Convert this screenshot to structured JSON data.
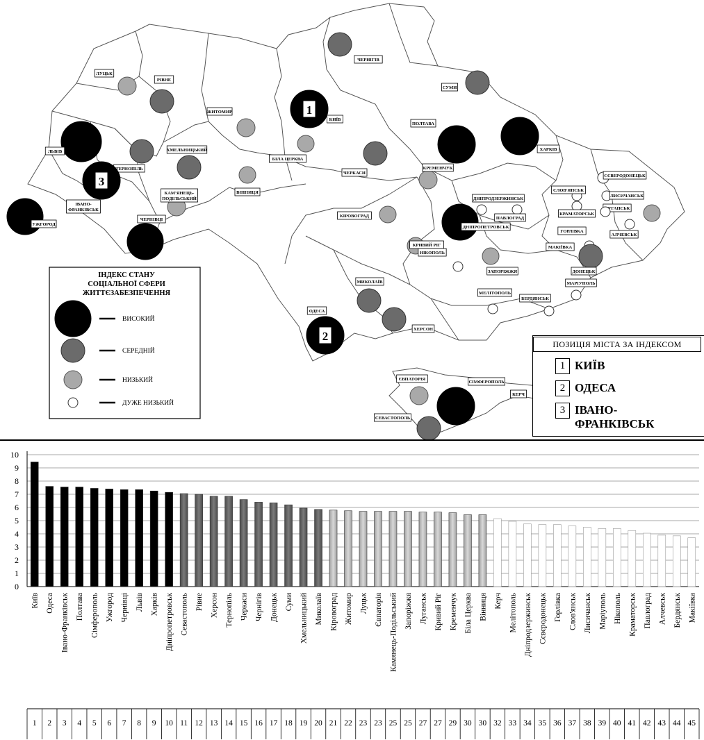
{
  "colors": {
    "high": "#000000",
    "medium": "#6b6b6b",
    "low": "#a9a9a9",
    "very_low": "#ffffff"
  },
  "legend": {
    "title_lines": [
      "ІНДЕКС СТАНУ",
      "СОЦІАЛЬНОЇ СФЕРИ",
      "ЖИТТЄЗАБЕЗПЕЧЕННЯ"
    ],
    "items": [
      {
        "label": "ВИСОКИЙ",
        "level": "high"
      },
      {
        "label": "СЕРЕДНІЙ",
        "level": "medium"
      },
      {
        "label": "НИЗЬКИЙ",
        "level": "low"
      },
      {
        "label": "ДУЖЕ НИЗЬКИЙ",
        "level": "very_low"
      }
    ]
  },
  "ranking_panel": {
    "title": "ПОЗИЦІЯ МІСТА ЗА ІНДЕКСОМ",
    "rows": [
      {
        "num": "1",
        "name": "КИЇВ"
      },
      {
        "num": "2",
        "name": "ОДЕСА"
      },
      {
        "num": "3",
        "name": "ІВАНО-",
        "name2": "ФРАНКІВСЬК"
      }
    ]
  },
  "map": {
    "cities": [
      {
        "label": "ЛУЦЬК",
        "level": "low"
      },
      {
        "label": "РІВНЕ",
        "level": "medium"
      },
      {
        "label": "ЧЕРНІГІВ",
        "level": "medium"
      },
      {
        "label": "СУМИ",
        "level": "medium"
      },
      {
        "label": "ЖИТОМИР",
        "level": "low"
      },
      {
        "label": "КИЇВ",
        "level": "high",
        "rank": "1"
      },
      {
        "label": "ЛЬВІВ",
        "level": "high"
      },
      {
        "label": "ТЕРНОПІЛЬ",
        "level": "medium"
      },
      {
        "label": "ХМЕЛЬНИЦЬКИЙ",
        "level": "medium"
      },
      {
        "label": "БІЛА ЦЕРКВА",
        "level": "low"
      },
      {
        "label": "ПОЛТАВА",
        "level": "high"
      },
      {
        "label": "ХАРКІВ",
        "level": "high"
      },
      {
        "label": "ЧЕРКАСИ",
        "level": "medium"
      },
      {
        "label": "КРЕМЕНЧУК",
        "level": "low"
      },
      {
        "label": "ІВАНО-ФРАНКІВСЬК",
        "level": "high",
        "rank": "3"
      },
      {
        "label": "КАМ'ЯНЕЦЬ-ПОДІЛЬСЬКИЙ",
        "level": "low"
      },
      {
        "label": "ВІННИЦЯ",
        "level": "low"
      },
      {
        "label": "УЖГОРОД",
        "level": "high"
      },
      {
        "label": "ЧЕРНІВЦІ",
        "level": "high"
      },
      {
        "label": "КІРОВОГРАД",
        "level": "low"
      },
      {
        "label": "ДНІПРОДЗЕРЖИНСЬК",
        "level": "very_low"
      },
      {
        "label": "ДНІПРОПЕТРОВСЬК",
        "level": "high"
      },
      {
        "label": "ПАВЛОГРАД",
        "level": "very_low"
      },
      {
        "label": "СЄВЕРОДОНЕЦЬК",
        "level": "very_low"
      },
      {
        "label": "СЛОВ'ЯНСЬК",
        "level": "very_low"
      },
      {
        "label": "ЛИСИЧАНСЬК",
        "level": "very_low"
      },
      {
        "label": "КРАМАТОРСЬК",
        "level": "very_low"
      },
      {
        "label": "ЛУГАНСЬК",
        "level": "low"
      },
      {
        "label": "ГОРЛІВКА",
        "level": "very_low"
      },
      {
        "label": "АЛЧЕВСЬК",
        "level": "very_low"
      },
      {
        "label": "КРИВИЙ РІГ",
        "level": "low"
      },
      {
        "label": "НІКОПОЛЬ",
        "level": "very_low"
      },
      {
        "label": "МАКІЇВКА",
        "level": "very_low"
      },
      {
        "label": "ДОНЕЦЬК",
        "level": "medium"
      },
      {
        "label": "ЗАПОРІЖЖЯ",
        "level": "low"
      },
      {
        "label": "МАРІУПОЛЬ",
        "level": "very_low"
      },
      {
        "label": "МИКОЛАЇВ",
        "level": "medium"
      },
      {
        "label": "МЕЛІТОПОЛЬ",
        "level": "very_low"
      },
      {
        "label": "БЕРДЯНСЬК",
        "level": "very_low"
      },
      {
        "label": "ОДЕСА",
        "level": "high",
        "rank": "2"
      },
      {
        "label": "ХЕРСОН",
        "level": "medium"
      },
      {
        "label": "ЄВПАТОРІЯ",
        "level": "low"
      },
      {
        "label": "СІМФЕРОПОЛЬ",
        "level": "high"
      },
      {
        "label": "КЕРЧ",
        "level": "very_low"
      },
      {
        "label": "СЕВАСТОПОЛЬ",
        "level": "medium"
      }
    ]
  },
  "chart_data": {
    "type": "bar",
    "ylim": [
      0,
      10
    ],
    "yticks": [
      0,
      1,
      2,
      3,
      4,
      5,
      6,
      7,
      8,
      9,
      10
    ],
    "grid": true,
    "categories": [
      "Київ",
      "Одеса",
      "Івано-Франківськ",
      "Полтава",
      "Сімферополь",
      "Ужгород",
      "Чернівці",
      "Львів",
      "Харків",
      "Дніпропетровськ",
      "Севастополь",
      "Рівне",
      "Херсон",
      "Тернопіль",
      "Черкаси",
      "Чернігів",
      "Донецьк",
      "Суми",
      "Хмельницький",
      "Миколаїв",
      "Кіровоград",
      "Житомир",
      "Луцьк",
      "Євпаторія",
      "Камянець-Подільський",
      "Запоріжжя",
      "Луганськ",
      "Кривий Ріг",
      "Кременчук",
      "Біла Церква",
      "Вінниця",
      "Керч",
      "Мелітополь",
      "Дніпродзержинськ",
      "Сєвєродонецьк",
      "Горлівка",
      "Слов'янськ",
      "Лисичанськ",
      "Маріуполь",
      "Нікополь",
      "Краматорськ",
      "Павлоград",
      "Алчевськ",
      "Бердянськ",
      "Макіївка"
    ],
    "ranks": [
      "1",
      "2",
      "3",
      "4",
      "5",
      "6",
      "7",
      "8",
      "9",
      "10",
      "11",
      "12",
      "13",
      "14",
      "15",
      "16",
      "17",
      "18",
      "19",
      "20",
      "21",
      "22",
      "23",
      "23",
      "25",
      "25",
      "27",
      "27",
      "29",
      "30",
      "30",
      "32",
      "33",
      "34",
      "35",
      "36",
      "37",
      "38",
      "39",
      "40",
      "41",
      "42",
      "43",
      "44",
      "45"
    ],
    "values": [
      9.45,
      7.6,
      7.55,
      7.55,
      7.45,
      7.4,
      7.35,
      7.35,
      7.25,
      7.15,
      7.05,
      7.0,
      6.85,
      6.85,
      6.6,
      6.4,
      6.35,
      6.2,
      5.95,
      5.85,
      5.8,
      5.75,
      5.7,
      5.7,
      5.7,
      5.7,
      5.65,
      5.65,
      5.6,
      5.45,
      5.45,
      5.15,
      4.95,
      4.75,
      4.7,
      4.7,
      4.6,
      4.5,
      4.4,
      4.4,
      4.25,
      4.05,
      3.9,
      3.85,
      3.7
    ],
    "levels": [
      "high",
      "high",
      "high",
      "high",
      "high",
      "high",
      "high",
      "high",
      "high",
      "high",
      "medium",
      "medium",
      "medium",
      "medium",
      "medium",
      "medium",
      "medium",
      "medium",
      "medium",
      "medium",
      "low",
      "low",
      "low",
      "low",
      "low",
      "low",
      "low",
      "low",
      "low",
      "low",
      "low",
      "very_low",
      "very_low",
      "very_low",
      "very_low",
      "very_low",
      "very_low",
      "very_low",
      "very_low",
      "very_low",
      "very_low",
      "very_low",
      "very_low",
      "very_low",
      "very_low"
    ]
  }
}
